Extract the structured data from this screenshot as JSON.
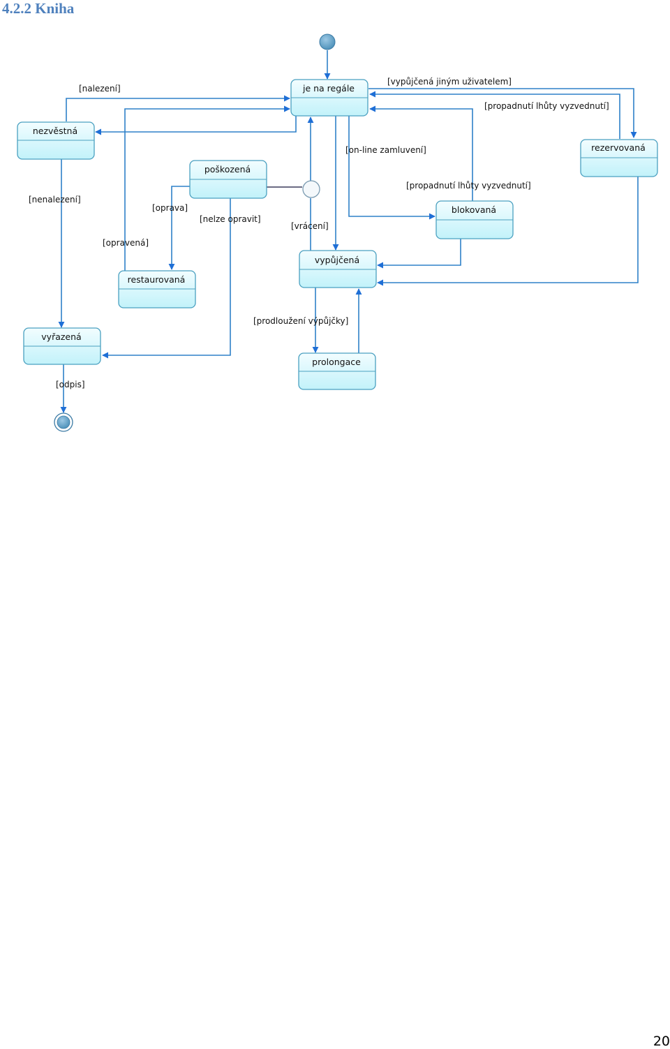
{
  "heading": "4.2.2 Kniha",
  "page_number": "20",
  "colors": {
    "heading": "#4f81bd",
    "edge": "#2e80c8",
    "arrow": "#1f6fd6",
    "state_fill_top": "#f2fdff",
    "state_fill_bottom": "#c2f2fa",
    "state_border": "#4aa0c0",
    "node_fill": "#4a8fb8"
  },
  "states": {
    "je_na_regale": "je na regále",
    "nezvestna": "nezvěstná",
    "rezervovana": "rezervovaná",
    "poskozena": "poškozená",
    "blokovana": "blokovaná",
    "restaurovana": "restaurovaná",
    "vypujcena": "vypůjčená",
    "vyrazena": "vyřazená",
    "prolongace": "prolongace"
  },
  "transitions": {
    "nalezeni": "[nalezení]",
    "vypujcena_jinym": "[vypůjčená jiným uživatelem]",
    "propadnuti_1": "[propadnutí lhůty vyzvednutí]",
    "online_zamluveni": "[on-line zamluvení]",
    "propadnuti_2": "[propadnutí lhůty vyzvednutí]",
    "nenalezeni": "[nenalezení]",
    "oprava": "[oprava]",
    "nelze_opravit": "[nelze opravit]",
    "opravena": "[opravená]",
    "vraceni": "[vrácení]",
    "prodlouzeni": "[prodloužení výpůjčky]",
    "odpis": "[odpis]"
  }
}
